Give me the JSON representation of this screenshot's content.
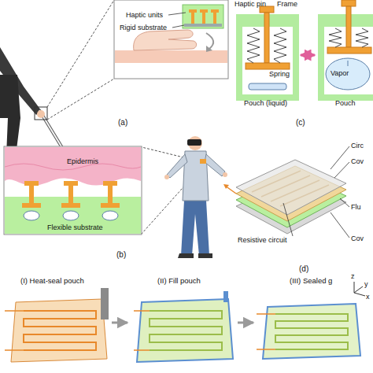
{
  "diagram": {
    "nodes": [
      {
        "text": [
          "Haptic pin",
          "Frame",
          "Spring",
          "Pouch (liquid)"
        ]
      },
      {
        "text": [
          "Vapor",
          "Pouch"
        ]
      },
      {
        "text": [
          "(I) Heat-seal pouch"
        ]
      },
      {
        "text": [
          "(II) Fill pouch"
        ]
      },
      {
        "text": [
          "(III) Sealed g"
        ]
      }
    ],
    "edges": [
      {
        "from": 0,
        "to": 1,
        "arrow": "both"
      },
      {
        "from": 2,
        "to": 3,
        "arrow": "to"
      },
      {
        "from": 3,
        "to": 4,
        "arrow": "to"
      }
    ],
    "labels": [
      "(a)",
      "Haptic units",
      "Rigid substrate",
      "(c)",
      "Epidermis",
      "Flexible substrate",
      "(b)",
      "Circ",
      "Cov",
      "Resistive circuit",
      "Flu",
      "Cov",
      "(d)",
      "x",
      "y",
      "z"
    ]
  }
}
